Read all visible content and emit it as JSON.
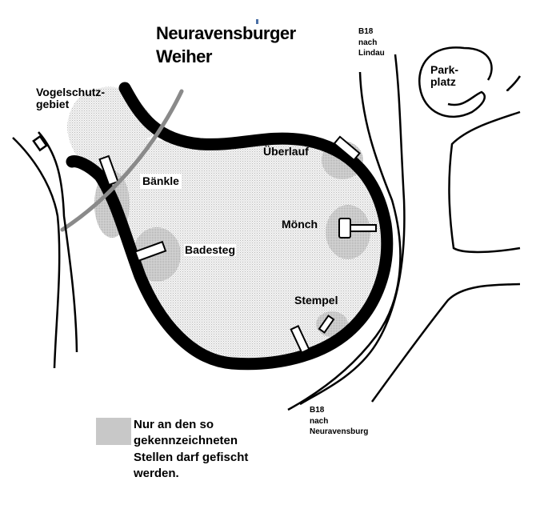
{
  "title": {
    "line1": "Neuravensburger",
    "line2": "Weiher"
  },
  "roads": {
    "north": {
      "line1": "B18",
      "line2": "nach",
      "line3": "Lindau"
    },
    "south": {
      "line1": "B18",
      "line2": "nach",
      "line3": "Neuravensburg"
    }
  },
  "parking": {
    "line1": "Park-",
    "line2": "platz"
  },
  "bird_reserve": {
    "line1": "Vogelschutz-",
    "line2": "gebiet"
  },
  "spots": [
    {
      "label": "Überlauf"
    },
    {
      "label": "Bänkle"
    },
    {
      "label": "Mönch"
    },
    {
      "label": "Badesteg"
    },
    {
      "label": "Stempel"
    }
  ],
  "legend": {
    "line1": "Nur an den so",
    "line2": "gekennzeichneten",
    "line3": "Stellen darf gefischt",
    "line4": "werden."
  },
  "colors": {
    "water": "#e4e4e4",
    "fishing_zone": "#c4c4c4",
    "shore": "#000000",
    "reserve_boundary": "#8a8a8a"
  }
}
